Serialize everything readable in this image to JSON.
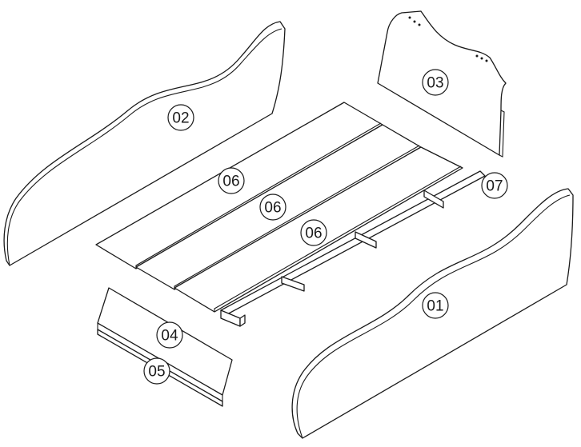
{
  "callouts": {
    "p01": "01",
    "p02": "02",
    "p03": "03",
    "p04": "04",
    "p05": "05",
    "p06a": "06",
    "p06b": "06",
    "p06c": "06",
    "p07": "07"
  }
}
